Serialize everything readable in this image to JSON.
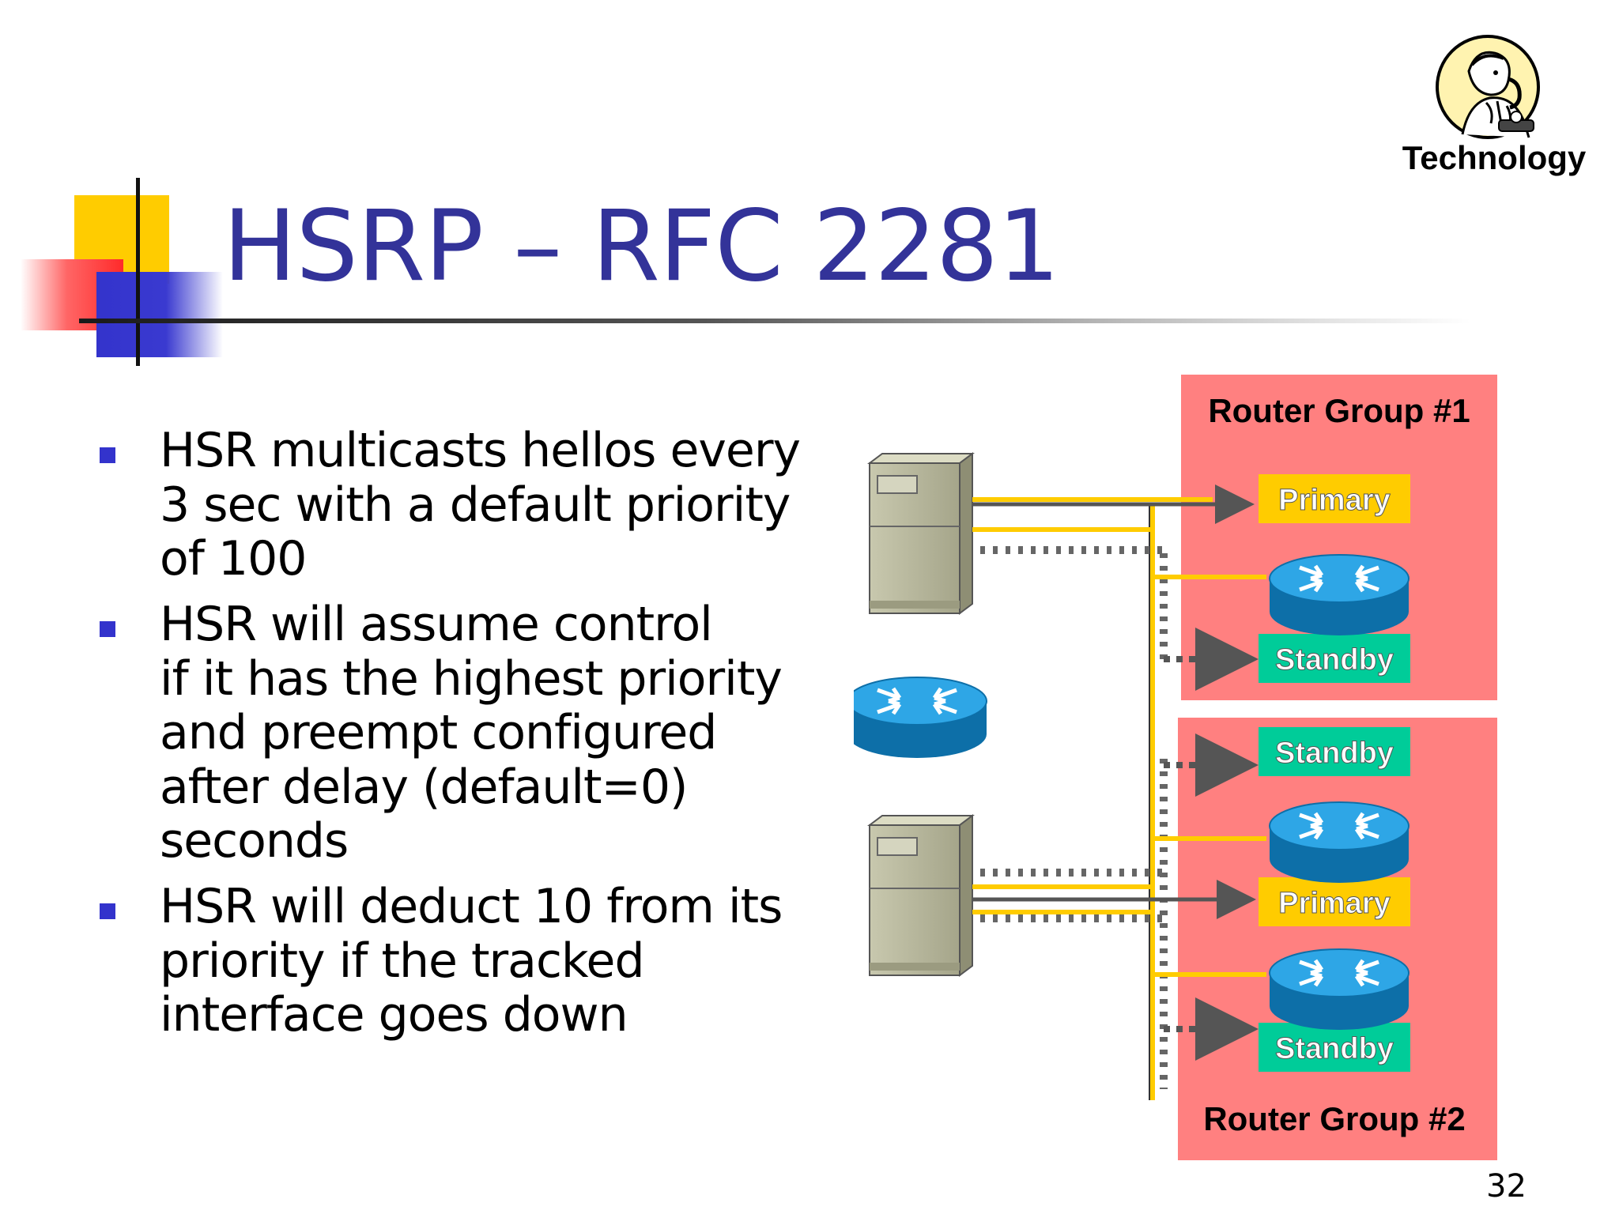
{
  "slide": {
    "title": "HSRP – RFC 2281",
    "page_number": "32",
    "logo": {
      "text": "Technology",
      "icon": "person-with-telephone-icon"
    }
  },
  "bullets": [
    {
      "lines": [
        "HSR multicasts hellos every",
        "3 sec with a default priority",
        "of 100"
      ]
    },
    {
      "lines": [
        "HSR will assume control",
        "if it has the highest priority",
        "and preempt configured",
        "after delay (default=0)",
        "seconds"
      ]
    },
    {
      "lines": [
        "HSR will deduct 10 from its",
        "priority if the tracked",
        "interface goes down"
      ]
    }
  ],
  "diagram": {
    "group1": {
      "label": "Router Group #1",
      "upper_status": "Primary",
      "lower_status": "Standby"
    },
    "group2": {
      "label": "Router Group #2",
      "top_status": "Standby",
      "middle_status": "Primary",
      "bottom_status": "Standby"
    },
    "colors": {
      "group_fill": "#ff8080",
      "primary_badge": "#ffcc00",
      "standby_badge": "#00cc99",
      "router": "#1d8ecf",
      "server": "#b5b59a",
      "link": "#ffcc00"
    }
  }
}
